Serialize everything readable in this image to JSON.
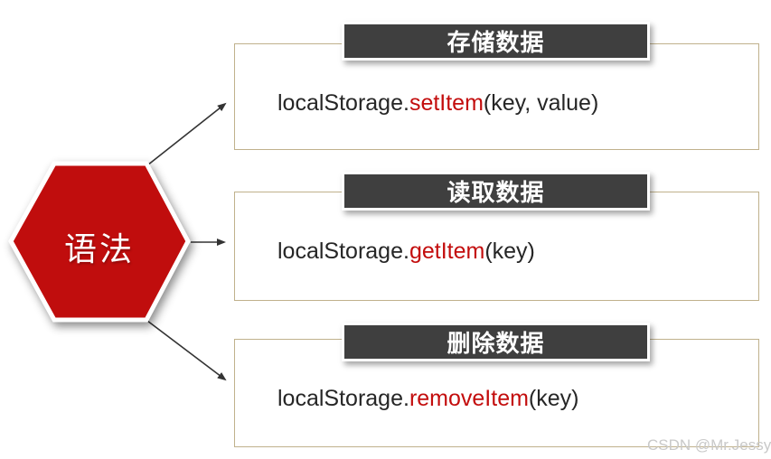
{
  "diagram": {
    "topic": "localStorage",
    "hexagon": {
      "label": "语法",
      "fill_color": "#C00D0D",
      "text_color": "#FFFFFF"
    },
    "boxes": [
      {
        "title": "存储数据",
        "code": {
          "object": "localStorage.",
          "method": "setItem",
          "args": "(key, value)"
        }
      },
      {
        "title": "读取数据",
        "code": {
          "object": "localStorage.",
          "method": "getItem",
          "args": "(key)"
        }
      },
      {
        "title": "删除数据",
        "code": {
          "object": "localStorage.",
          "method": "removeItem",
          "args": "(key)"
        }
      }
    ],
    "colors": {
      "header_background": "#3F3F3F",
      "header_text": "#FFFFFF",
      "box_border": "#C0B18C",
      "code_text": "#262626",
      "method_highlight": "#C30D0D",
      "arrow": "#333333"
    }
  },
  "watermark": {
    "text": "CSDN @Mr.Jessy"
  }
}
